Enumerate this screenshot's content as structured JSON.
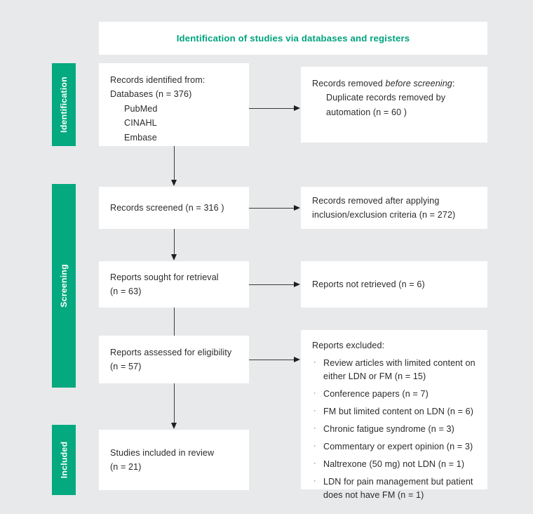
{
  "header": {
    "title": "Identification of studies via databases and registers",
    "accent_color": "#00a37d"
  },
  "phases": {
    "identification": "Identification",
    "screening": "Screening",
    "included": "Included",
    "bar_color": "#04a97f"
  },
  "boxes": {
    "records_identified": {
      "line1": "Records identified from:",
      "line2": "Databases (n = 376)",
      "source1": "PubMed",
      "source2": "CINAHL",
      "source3": "Embase"
    },
    "records_removed": {
      "lead": "Records removed ",
      "emphasis": "before screening",
      "lead_end": ":",
      "detail": "Duplicate records removed by automation (n = 60 )"
    },
    "records_screened": {
      "text": "Records screened (n = 316 )"
    },
    "records_removed_criteria": {
      "line1": "Records removed after applying",
      "line2": "inclusion/exclusion criteria (n = 272)"
    },
    "reports_sought": {
      "line1": "Reports sought for retrieval",
      "line2": "(n = 63)"
    },
    "reports_not_retrieved": {
      "text": "Reports not retrieved (n = 6)"
    },
    "reports_assessed": {
      "line1": "Reports assessed for eligibility",
      "line2": "(n = 57)"
    },
    "studies_included": {
      "line1": "Studies included in review",
      "line2": "(n = 21)"
    },
    "reports_excluded": {
      "heading": "Reports excluded:",
      "bullet_glyph": "·",
      "items": [
        "Review articles with limited content on either LDN or FM (n = 15)",
        "Conference papers (n = 7)",
        "FM but limited content on LDN (n = 6)",
        "Chronic fatigue syndrome (n = 3)",
        "Commentary or expert opinion (n = 3)",
        "Naltrexone (50 mg) not LDN (n = 1)",
        "LDN for pain management but patient does not have FM (n = 1)"
      ]
    }
  },
  "colors": {
    "background": "#e8e9eb",
    "box_fill": "#ffffff",
    "text": "#2b2b2b",
    "connector": "#3a3a3a"
  }
}
